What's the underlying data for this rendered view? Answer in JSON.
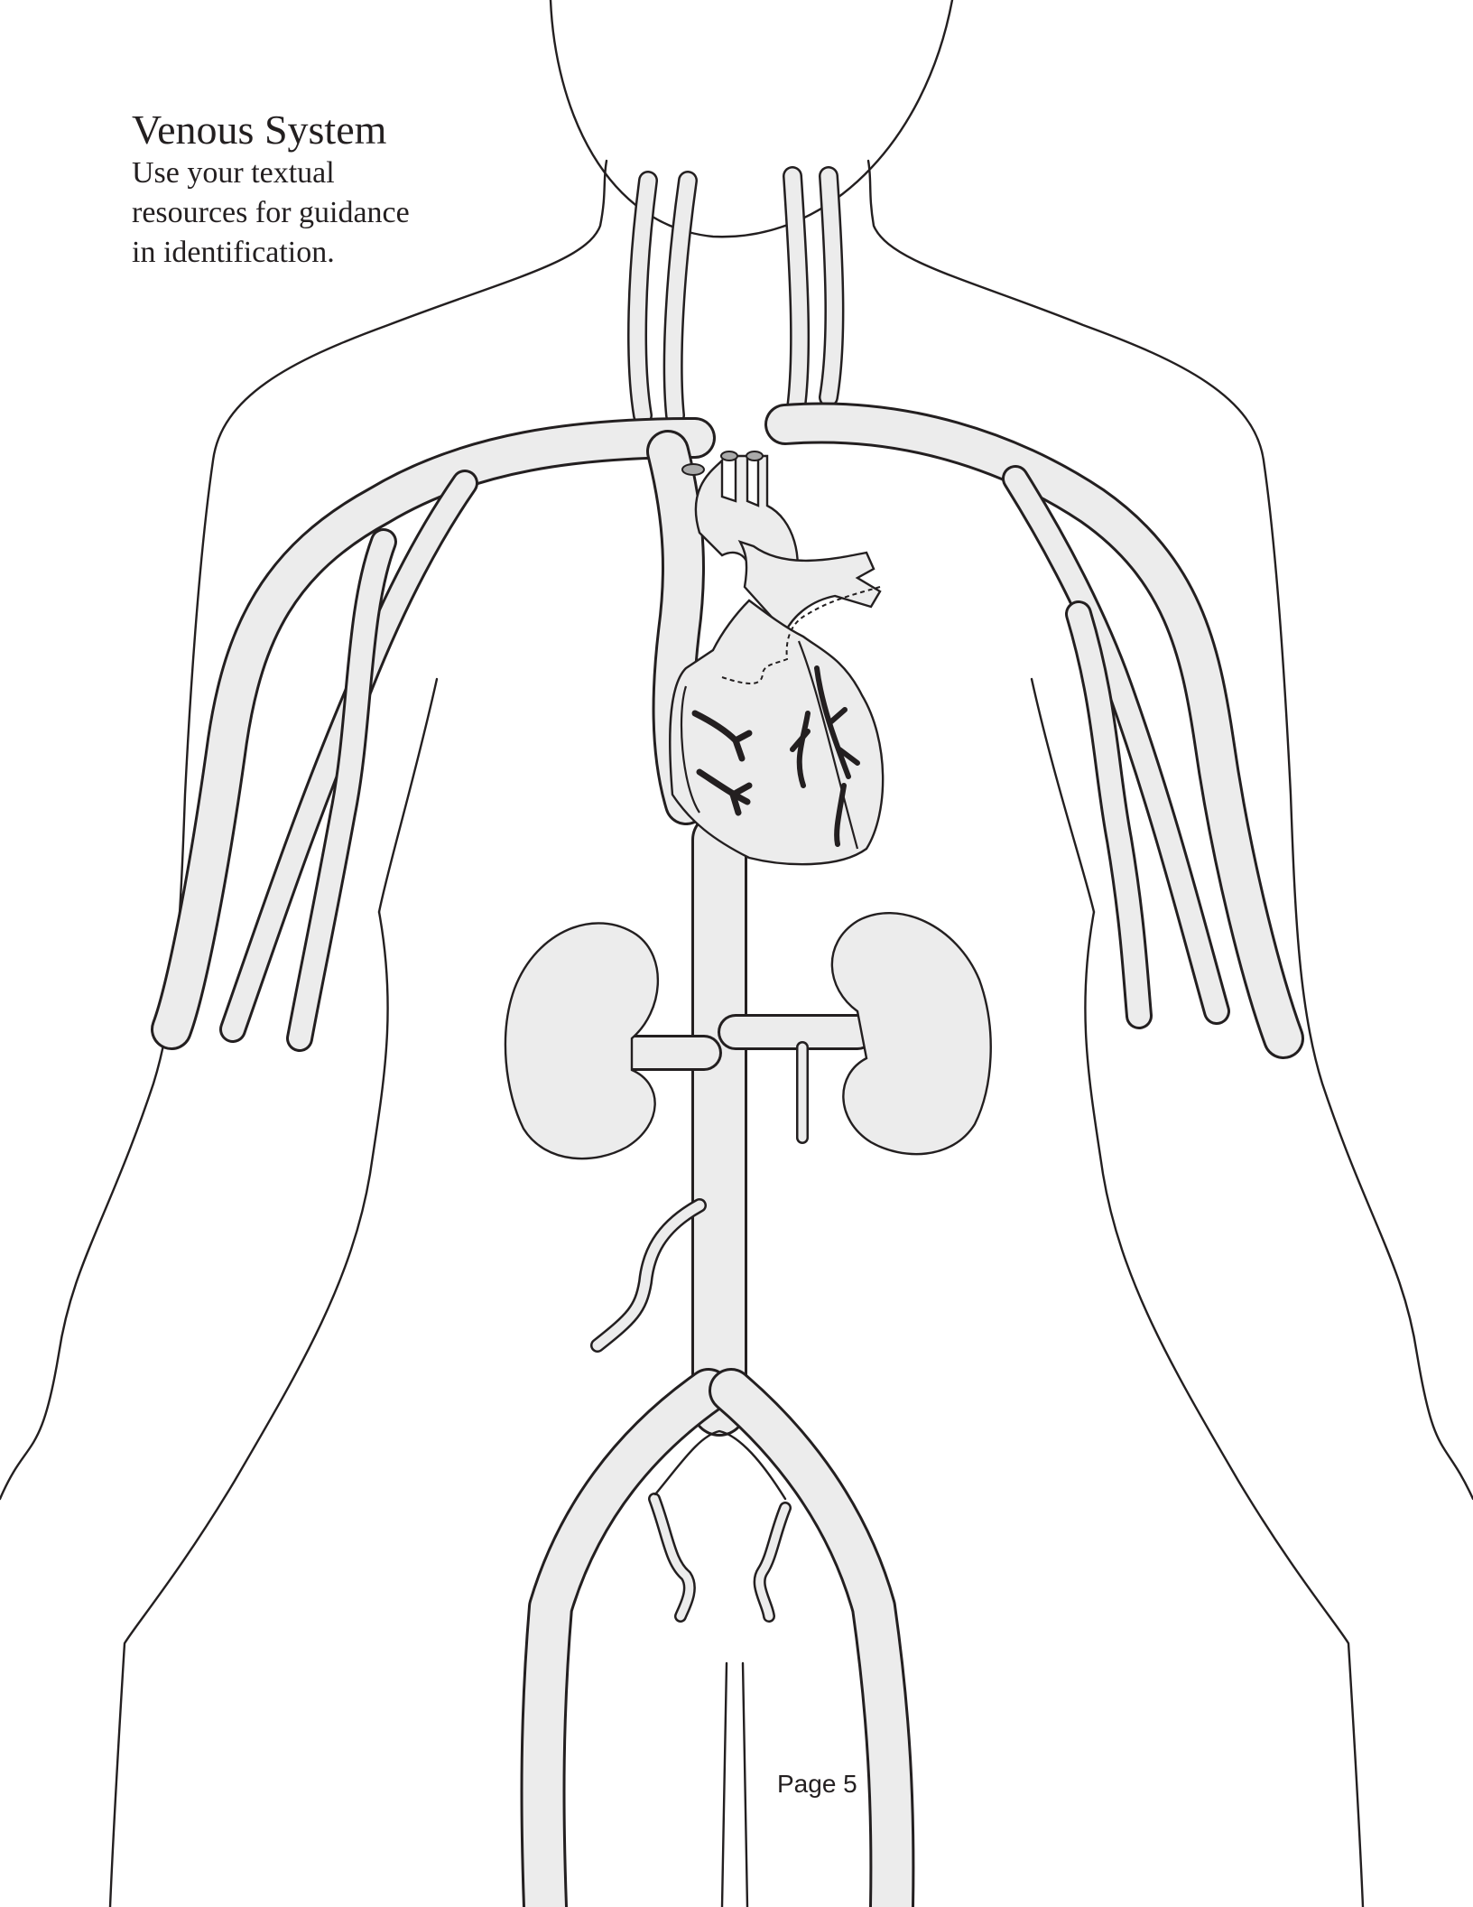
{
  "worksheet": {
    "title": "Venous System",
    "subtitle_lines": [
      "Use your textual",
      "resources for guidance",
      "in identification."
    ],
    "page_label": "Page 5"
  },
  "colors": {
    "line": "#231f20",
    "vessel_fill": "#ececec",
    "organ_fill": "#ececec",
    "background": "#ffffff"
  }
}
